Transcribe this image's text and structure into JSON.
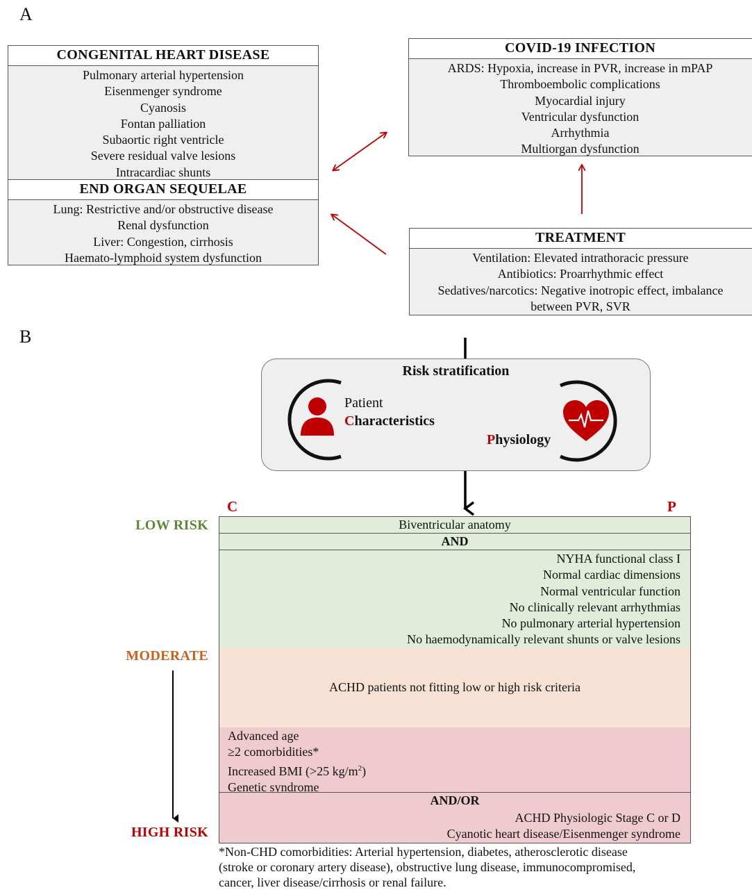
{
  "panel_a": {
    "label": "A",
    "congenital": {
      "title": "CONGENITAL HEART DISEASE",
      "items": [
        "Pulmonary arterial hypertension",
        "Eisenmenger syndrome",
        "Cyanosis",
        "Fontan palliation",
        "Subaortic right ventricle",
        "Severe residual valve lesions",
        "Intracardiac shunts"
      ]
    },
    "end_organ": {
      "title": "END ORGAN SEQUELAE",
      "items": [
        "Lung: Restrictive and/or obstructive disease",
        "Renal dysfunction",
        "Liver: Congestion, cirrhosis",
        "Haemato-lymphoid system dysfunction"
      ]
    },
    "covid": {
      "title": "COVID-19 INFECTION",
      "items": [
        "ARDS: Hypoxia, increase in PVR, increase in mPAP",
        "Thromboembolic complications",
        "Myocardial injury",
        "Ventricular dysfunction",
        "Arrhythmia",
        "Multiorgan dysfunction"
      ]
    },
    "treatment": {
      "title": "TREATMENT",
      "items": [
        "Ventilation: Elevated intrathoracic pressure",
        "Antibiotics: Proarrhythmic effect",
        "Sedatives/narcotics: Negative inotropic effect, imbalance",
        "between PVR, SVR"
      ]
    }
  },
  "panel_b": {
    "label": "B",
    "risk_stratification": {
      "title": "Risk stratification",
      "patient_line1": "Patient",
      "characteristics_initial": "C",
      "characteristics_rest": "haracteristics",
      "physiology_initial": "P",
      "physiology_rest": "hysiology",
      "person_icon": "person-icon",
      "heart_icon": "heart-ecg-icon"
    },
    "axis": {
      "left": "C",
      "right": "P"
    },
    "risk_labels": {
      "low": "LOW RISK",
      "moderate": "MODERATE",
      "high": "HIGH RISK"
    },
    "colors": {
      "low": "#5b8a32",
      "moderate": "#c8601e",
      "high": "#c00000",
      "accent": "#c00000"
    },
    "low_risk": {
      "anatomy": "Biventricular anatomy",
      "and": "AND",
      "criteria": [
        "NYHA functional class I",
        "Normal cardiac dimensions",
        "Normal ventricular function",
        "No clinically relevant arrhythmias",
        "No pulmonary arterial hypertension",
        "No haemodynamically relevant shunts or valve lesions"
      ]
    },
    "moderate": {
      "text": "ACHD patients not fitting low or high risk criteria"
    },
    "high_risk": {
      "characteristics": [
        "Advanced age",
        "≥2 comorbidities*",
        "Genetic syndrome"
      ],
      "bmi_text": "Increased BMI (>25 kg/m",
      "bmi_sup": "2",
      "bmi_close": ")",
      "andor": "AND/OR",
      "physiology": [
        "ACHD Physiologic Stage C or D",
        "Cyanotic heart disease/Eisenmenger syndrome"
      ]
    },
    "footnote": [
      "*Non-CHD comorbidities: Arterial hypertension, diabetes, atherosclerotic disease",
      "(stroke or coronary artery disease), obstructive lung disease, immunocompromised,",
      "cancer, liver disease/cirrhosis or renal failure."
    ]
  }
}
